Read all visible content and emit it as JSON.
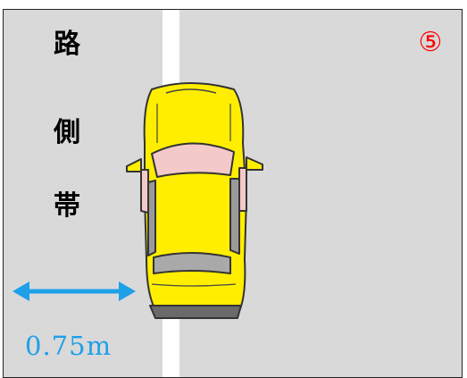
{
  "labels": {
    "roadside_chars": [
      "路",
      "側",
      "帯"
    ],
    "step_number": "⑤",
    "measurement": "0.75m"
  },
  "colors": {
    "road": "#d9d9d9",
    "lane_line": "#ffffff",
    "car_body": "#ffee00",
    "car_outline": "#333333",
    "windshield": "#f4c9c9",
    "arrow": "#1ea0e8",
    "step_number": "#ff0000"
  },
  "icons": {
    "car": "car-top-view-icon",
    "arrow": "double-headed-arrow-icon"
  }
}
